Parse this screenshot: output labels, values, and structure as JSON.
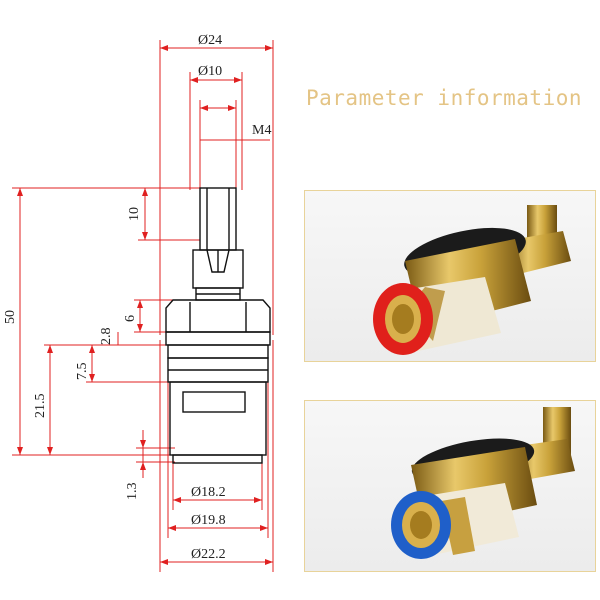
{
  "heading": "Parameter information",
  "dimensions": {
    "d24": "Ø24",
    "d10": "Ø10",
    "m4": "M4",
    "h10": "10",
    "h50": "50",
    "h6": "6",
    "h2_8": "2.8",
    "h7_5": "7.5",
    "h21_5": "21.5",
    "h1_3": "1.3",
    "d18_2": "Ø18.2",
    "d19_8": "Ø19.8",
    "d22_2": "Ø22.2"
  },
  "photos": [
    {
      "label": "red-disc-cartridge",
      "disc_color": "#e0201b"
    },
    {
      "label": "blue-disc-cartridge",
      "disc_color": "#1f5fc9"
    }
  ],
  "colors": {
    "dimension_line": "#e02020",
    "brass": "#c9a23a",
    "heading": "#e4c485"
  }
}
